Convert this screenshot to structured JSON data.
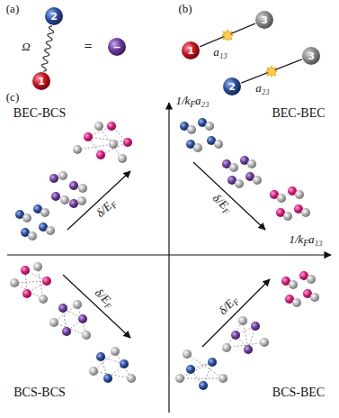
{
  "diagram": {
    "nodes": [
      {
        "text": [
          "2"
        ]
      },
      {
        "text": [
          "1"
        ]
      },
      {
        "text": [
          "−"
        ]
      },
      {
        "text": [
          "1"
        ]
      },
      {
        "text": [
          "3"
        ]
      },
      {
        "text": [
          "2"
        ]
      },
      {
        "text": [
          "3"
        ]
      }
    ],
    "edges": [
      {
        "from": 0,
        "to": 1,
        "arrow": "none",
        "label": "Ω"
      },
      {
        "from": 3,
        "to": 4,
        "arrow": "none",
        "label": "a₁₃"
      },
      {
        "from": 5,
        "to": 6,
        "arrow": "none",
        "label": "a₂₃"
      }
    ],
    "labels": [
      "(a)",
      "=",
      "(b)",
      "(c)",
      "1/k",
      "F",
      "a₂₃",
      "BEC-BCS",
      "BEC-BEC",
      "δ/E",
      "F",
      "δ/E",
      "F",
      "1/k",
      "F",
      "a₁₃",
      "δ/E",
      "F",
      "δ/E",
      "F",
      "BCS-BCS",
      "BCS-BEC"
    ]
  }
}
